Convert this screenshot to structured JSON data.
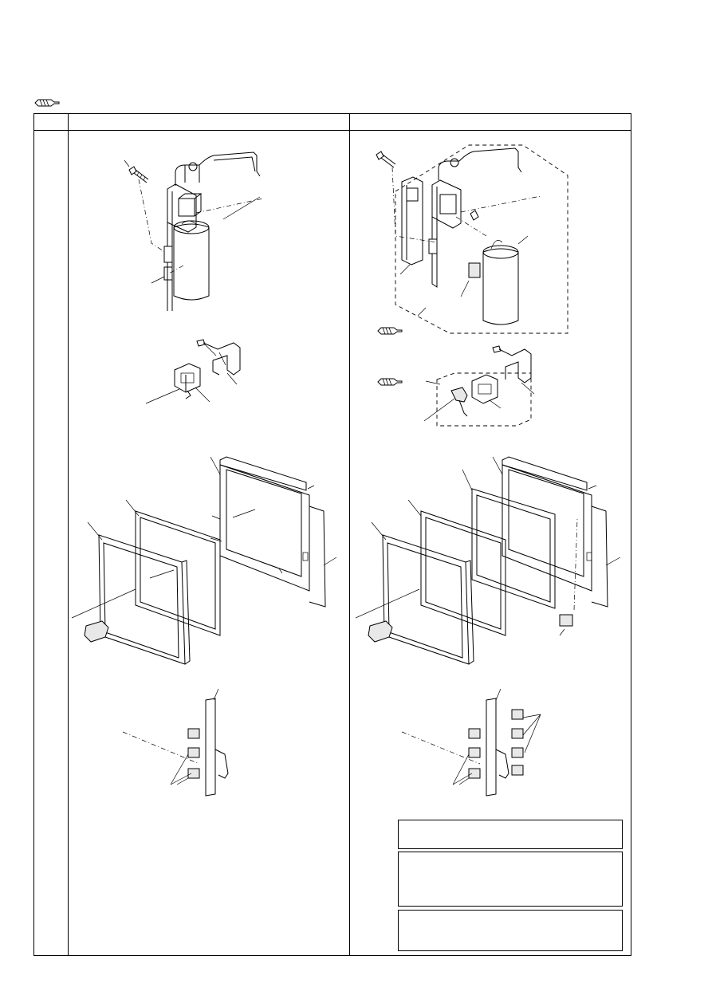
{
  "page": {
    "header_icon": "screwdriver-icon",
    "columns": [
      "",
      "",
      ""
    ]
  },
  "notes": [
    "",
    "",
    ""
  ],
  "panels": {
    "left": [
      "capacitor-bracket-assembly",
      "connector-bracket-assembly",
      "lcd-frame-exploded",
      "flex-board-pads"
    ],
    "right": [
      "capacitor-bracket-assembly-detailed",
      "connector-bracket-assembly-detailed",
      "lcd-frame-exploded-detailed",
      "flex-board-pads-detailed"
    ]
  }
}
